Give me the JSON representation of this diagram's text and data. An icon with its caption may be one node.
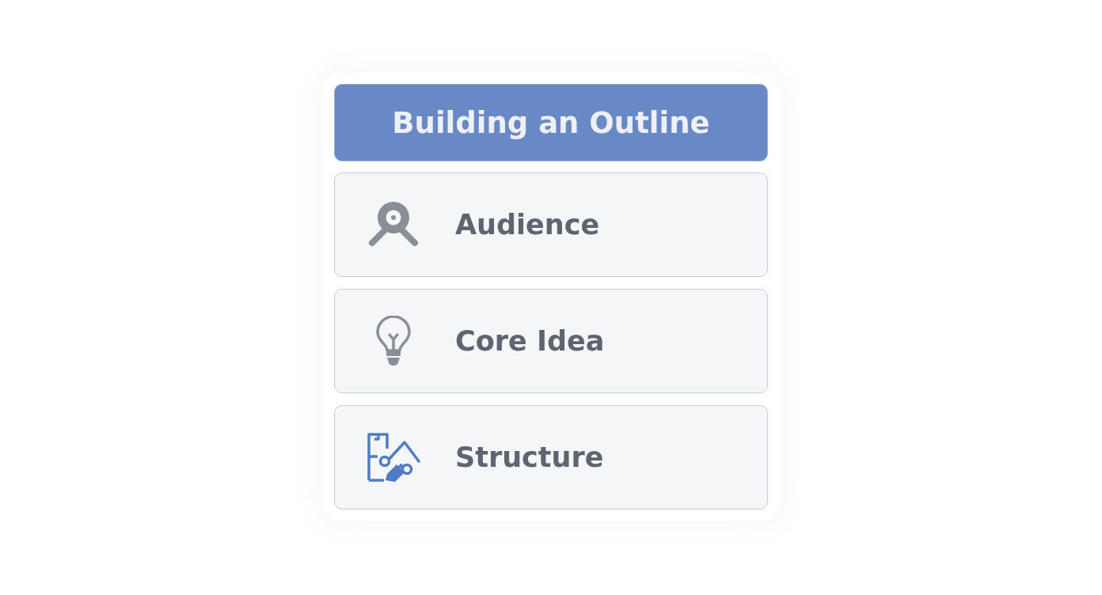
{
  "diagram": {
    "nodes": [
      {
        "text": [
          "Building an Outline"
        ]
      },
      {
        "text": [
          "Audience"
        ]
      },
      {
        "text": [
          "Core Idea"
        ]
      },
      {
        "text": [
          "Structure"
        ]
      }
    ],
    "edges": []
  }
}
